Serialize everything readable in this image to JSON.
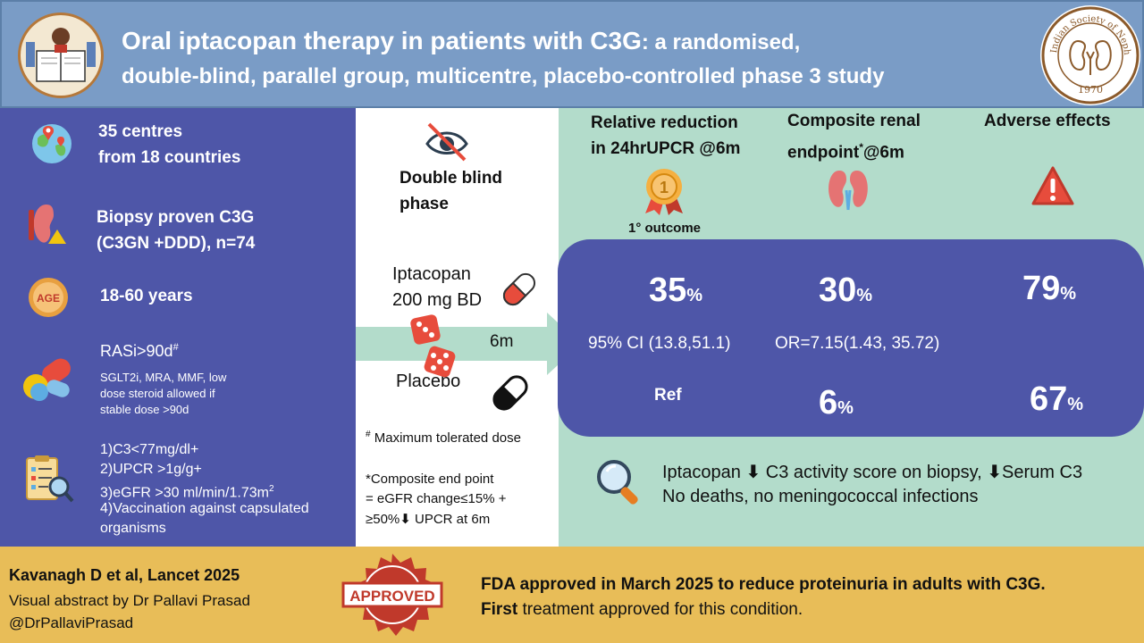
{
  "header": {
    "title_line1_bold": "Oral iptacopan therapy in patients with C3G",
    "title_line1_rest": ": a randomised,",
    "title_line2": "double-blind, parallel group, multicentre, placebo-controlled phase 3 study",
    "society_logo_text": "Indian Society of Nephrology",
    "society_logo_year": "1970"
  },
  "left_panel": {
    "centres": {
      "line1": "35 centres",
      "line2": "from 18 countries"
    },
    "biopsy": {
      "line1": "Biopsy proven C3G",
      "line2": "(C3GN +DDD), n=74"
    },
    "age": {
      "icon_text": "AGE",
      "label": "18-60 years"
    },
    "rasi": {
      "label": "RASi>90d",
      "sup": "#",
      "note1": "SGLT2i, MRA, MMF, low",
      "note2": "dose steroid allowed if",
      "note3": "stable dose >90d"
    },
    "criteria": {
      "c1": "1)C3<77mg/dl+",
      "c2": "2)UPCR >1g/g+",
      "c3": "3)eGFR >30 ml/min/1.73m",
      "c3_sup": "2",
      "c4a": "4)Vaccination against capsulated",
      "c4b": "organisms"
    }
  },
  "middle_panel": {
    "phase_line1": "Double blind",
    "phase_line2": "phase",
    "drug_line1": "Iptacopan",
    "drug_line2": "200 mg BD",
    "duration": "6m",
    "placebo": "Placebo",
    "footnote_sym": "#",
    "footnote": " Maximum tolerated dose",
    "composite1": "*Composite  end point",
    "composite2": "= eGFR change≤15% +",
    "composite3_a": "≥50%",
    "composite3_b": " UPCR at 6m"
  },
  "columns": {
    "upcr": {
      "line1": "Relative reduction",
      "line2": "in 24hrUPCR @6m",
      "outcome": "1° outcome",
      "medal_text": "1"
    },
    "renal": {
      "line1": "Composite renal",
      "line2a": "endpoint",
      "line2_sup": "*",
      "line2b": "@6m"
    },
    "adverse": {
      "line1": "Adverse effects"
    }
  },
  "results": {
    "upcr_value": "35",
    "renal_value": "30",
    "adverse_value": "79",
    "pct": "%",
    "upcr_ci": "95% CI (13.8,51.1)",
    "renal_or": "OR=7.15(1.43, 35.72)",
    "upcr_ref": "Ref",
    "renal_placebo": "6",
    "adverse_placebo": "67"
  },
  "findings": {
    "line1_a": "Iptacopan",
    "line1_b": " C3 activity score on biopsy, ",
    "line1_c": "Serum C3",
    "line2": "No deaths, no meningococcal infections"
  },
  "footer": {
    "citation": "Kavanagh D et al, Lancet 2025",
    "credit": "Visual abstract by Dr Pallavi Prasad",
    "handle": "@DrPallaviPrasad",
    "stamp": "APPROVED",
    "fda_line1": "FDA approved in March 2025 to reduce proteinuria in adults with C3G.",
    "fda_line2_bold": "First",
    "fda_line2_rest": " treatment approved for this condition."
  },
  "colors": {
    "header_bg": "#7a9cc6",
    "panel_blue": "#4e56a8",
    "mint": "#b3dccb",
    "footer_gold": "#e8bd58",
    "stamp_red": "#c0392b"
  }
}
